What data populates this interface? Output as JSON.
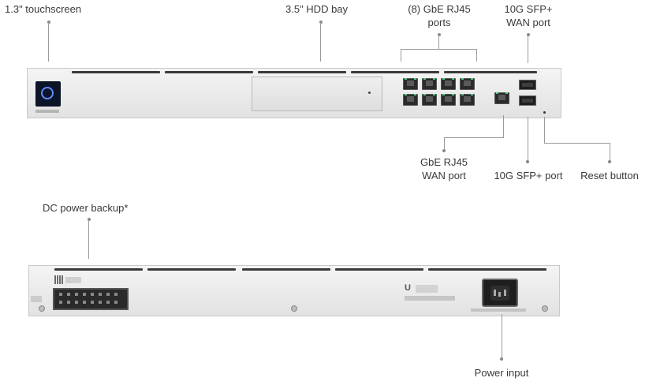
{
  "front_labels": {
    "touchscreen": "1.3\" touchscreen",
    "hdd_bay": "3.5\" HDD bay",
    "gbe_ports_line1": "(8) GbE RJ45",
    "gbe_ports_line2": "ports",
    "sfp_wan_line1": "10G SFP+",
    "sfp_wan_line2": "WAN port",
    "rj45_wan_line1": "GbE RJ45",
    "rj45_wan_line2": "WAN port",
    "sfp_port": "10G SFP+ port",
    "reset": "Reset button"
  },
  "rear_labels": {
    "dc_backup": "DC power backup*",
    "power_input": "Power input"
  },
  "colors": {
    "screen": "#0c1428",
    "port_led": "#4ad37c",
    "chassis": "#e6e6e6"
  }
}
